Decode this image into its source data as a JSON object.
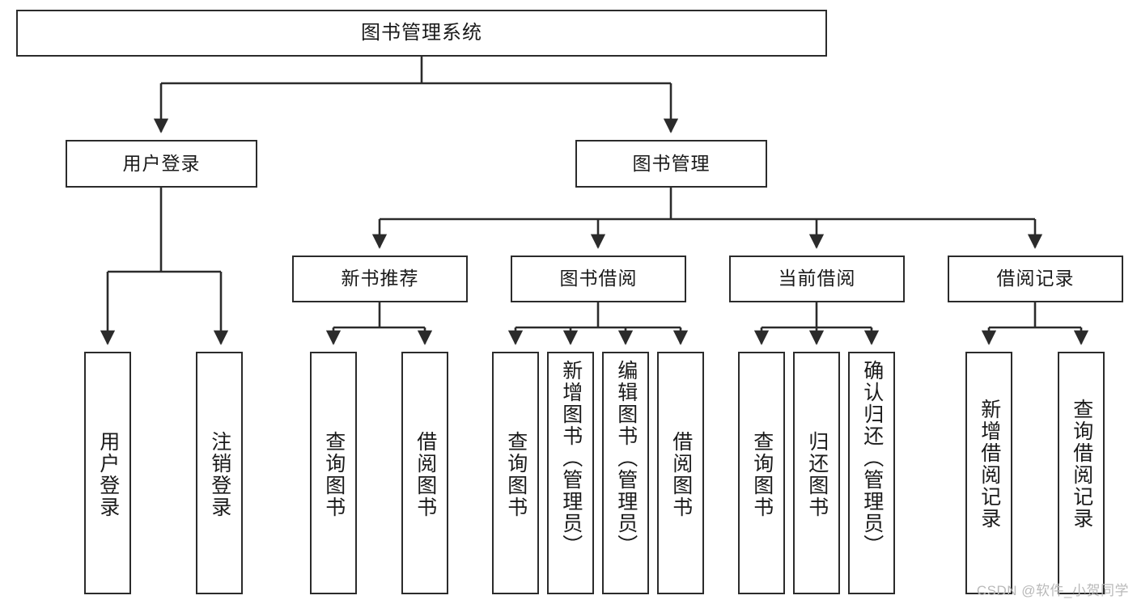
{
  "diagram": {
    "title": "图书管理系统",
    "watermark": "CSDN @软件_小贺同学",
    "line_color": "#2b2b2b",
    "node_fill": "#ffffff",
    "text_color": "#1a1a1a",
    "watermark_color": "#b9b9b9"
  },
  "nodes": {
    "root": {
      "label": "图书管理系统"
    },
    "level2": [
      {
        "label": "用户登录"
      },
      {
        "label": "图书管理"
      }
    ],
    "level3": [
      {
        "label": "新书推荐"
      },
      {
        "label": "图书借阅"
      },
      {
        "label": "当前借阅"
      },
      {
        "label": "借阅记录"
      }
    ],
    "leaves": [
      {
        "label": "用户登录",
        "parent": "用户登录"
      },
      {
        "label": "注销登录",
        "parent": "用户登录"
      },
      {
        "label": "查询图书",
        "parent": "新书推荐"
      },
      {
        "label": "借阅图书",
        "parent": "新书推荐"
      },
      {
        "label": "查询图书",
        "parent": "图书借阅"
      },
      {
        "label": "新增图书（管理员）",
        "parent": "图书借阅"
      },
      {
        "label": "编辑图书（管理员）",
        "parent": "图书借阅"
      },
      {
        "label": "借阅图书",
        "parent": "图书借阅"
      },
      {
        "label": "查询图书",
        "parent": "当前借阅"
      },
      {
        "label": "归还图书",
        "parent": "当前借阅"
      },
      {
        "label": "确认归还（管理员）",
        "parent": "当前借阅"
      },
      {
        "label": "新增借阅记录",
        "parent": "借阅记录"
      },
      {
        "label": "查询借阅记录",
        "parent": "借阅记录"
      }
    ]
  }
}
